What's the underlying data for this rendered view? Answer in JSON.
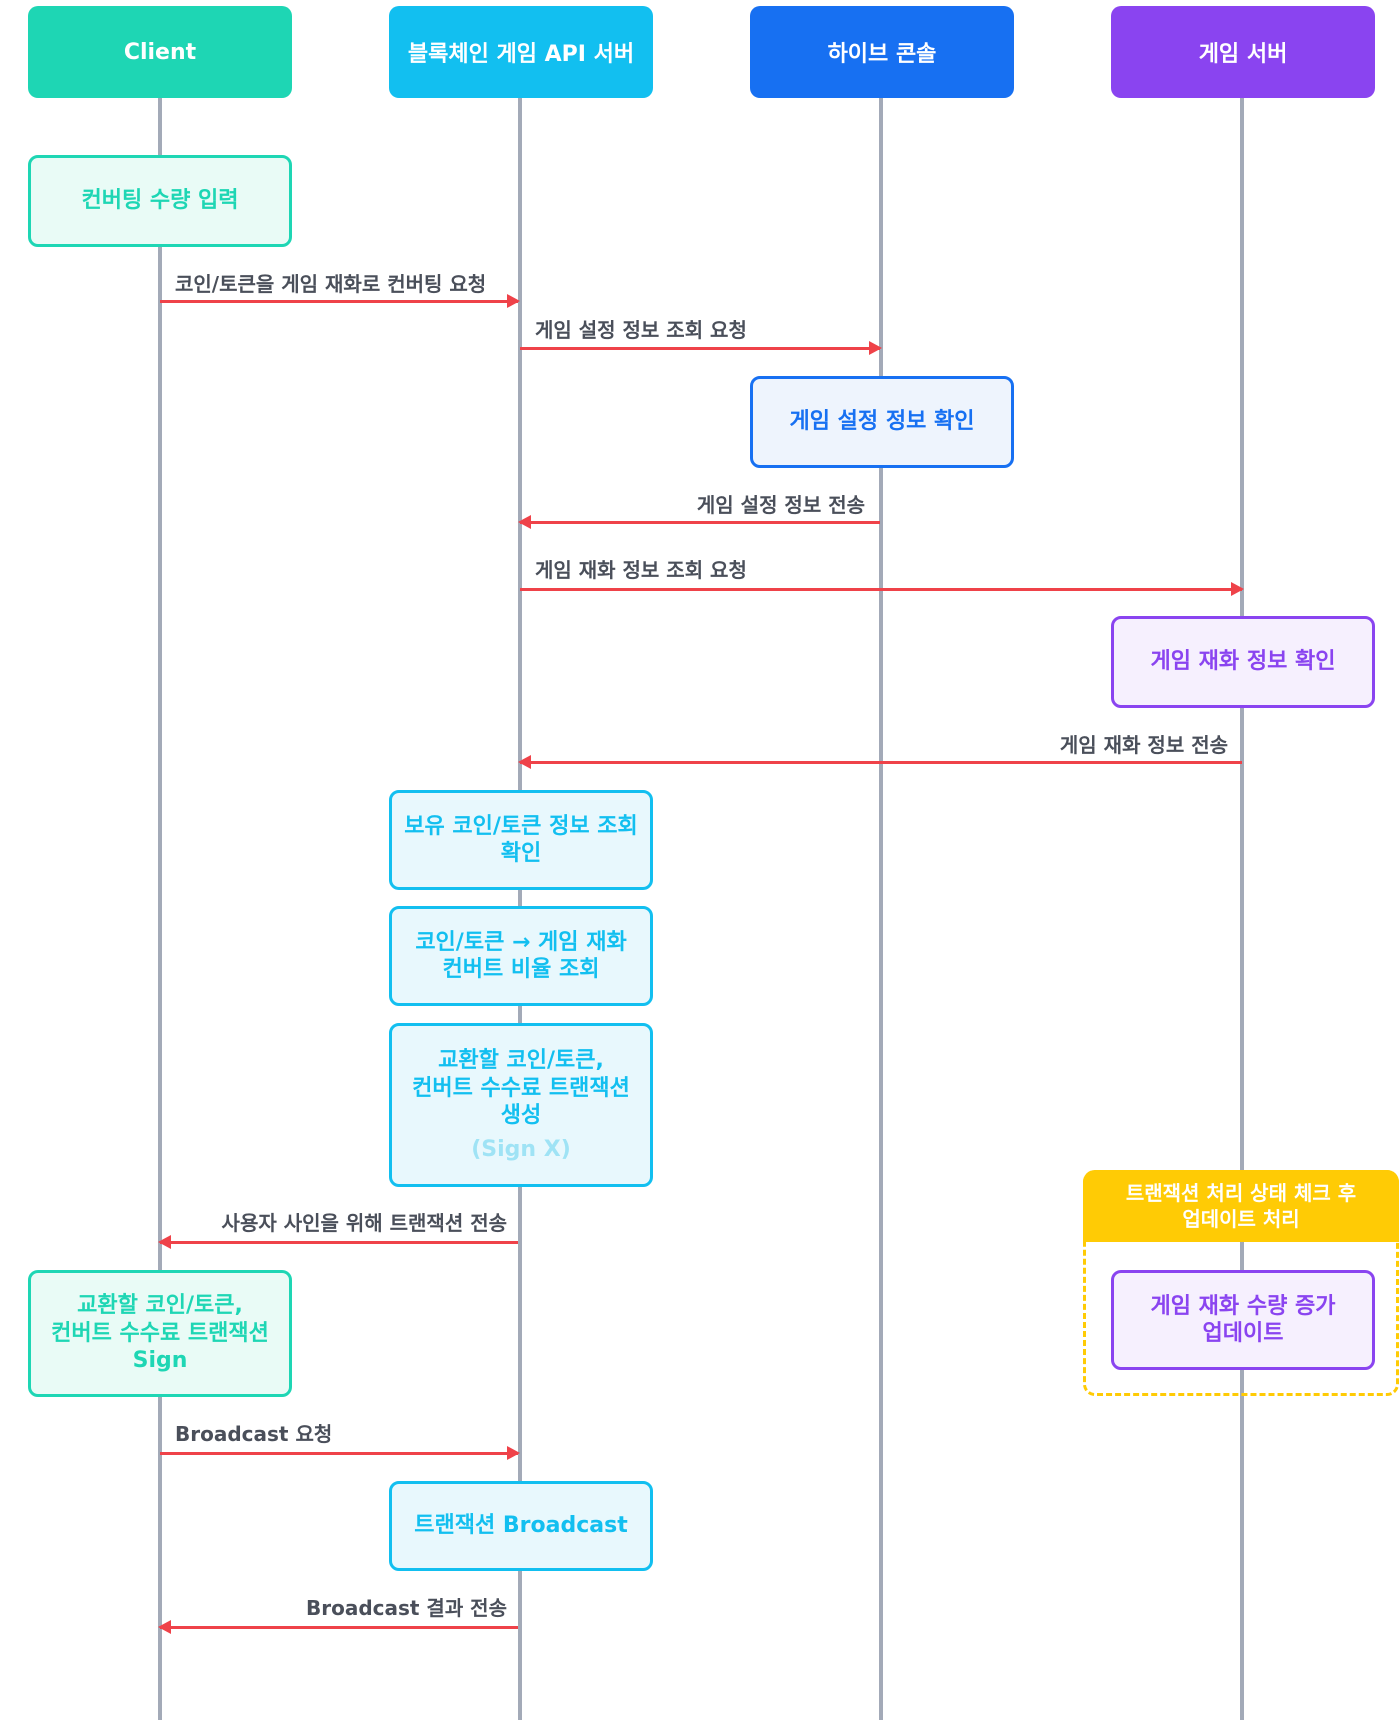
{
  "participants": [
    {
      "label": "Client",
      "color": "#1ed6b4"
    },
    {
      "label": "블록체인 게임 API 서버",
      "color": "#12bff0"
    },
    {
      "label": "하이브 콘솔",
      "color": "#1770f2"
    },
    {
      "label": "게임 서버",
      "color": "#8a44f0"
    }
  ],
  "notes": {
    "client_input": "컨버팅 수량 입력",
    "hive_check": "게임 설정 정보 확인",
    "game_check": "게임 재화 정보 확인",
    "api_holdings": [
      "보유 코인/토큰 정보 조회",
      "확인"
    ],
    "api_ratio": [
      "코인/토큰 → 게임 재화",
      "컨버트 비율 조회"
    ],
    "api_create": [
      "교환할 코인/토큰,",
      "컨버트 수수료 트랜잭션",
      "생성"
    ],
    "api_create_sub": "(Sign X)",
    "client_sign": [
      "교환할 코인/토큰,",
      "컨버트 수수료 트랜잭션",
      "Sign"
    ],
    "group_title": [
      "트랜잭션 처리 상태 체크 후",
      "업데이트 처리"
    ],
    "game_update": [
      "게임 재화 수량 증가",
      "업데이트"
    ],
    "api_broadcast": "트랜잭션 Broadcast"
  },
  "messages": [
    "코인/토큰을 게임 재화로 컨버팅 요청",
    "게임 설정 정보 조회 요청",
    "게임 설정 정보 전송",
    "게임 재화 정보 조회 요청",
    "게임 재화 정보 전송",
    "사용자 사인을 위해 트랜잭션 전송",
    "Broadcast 요청",
    "Broadcast 결과 전송"
  ],
  "colors": {
    "arrow": "#ef4249",
    "lifeline": "#a3aab8",
    "group": "#ffcb05"
  }
}
